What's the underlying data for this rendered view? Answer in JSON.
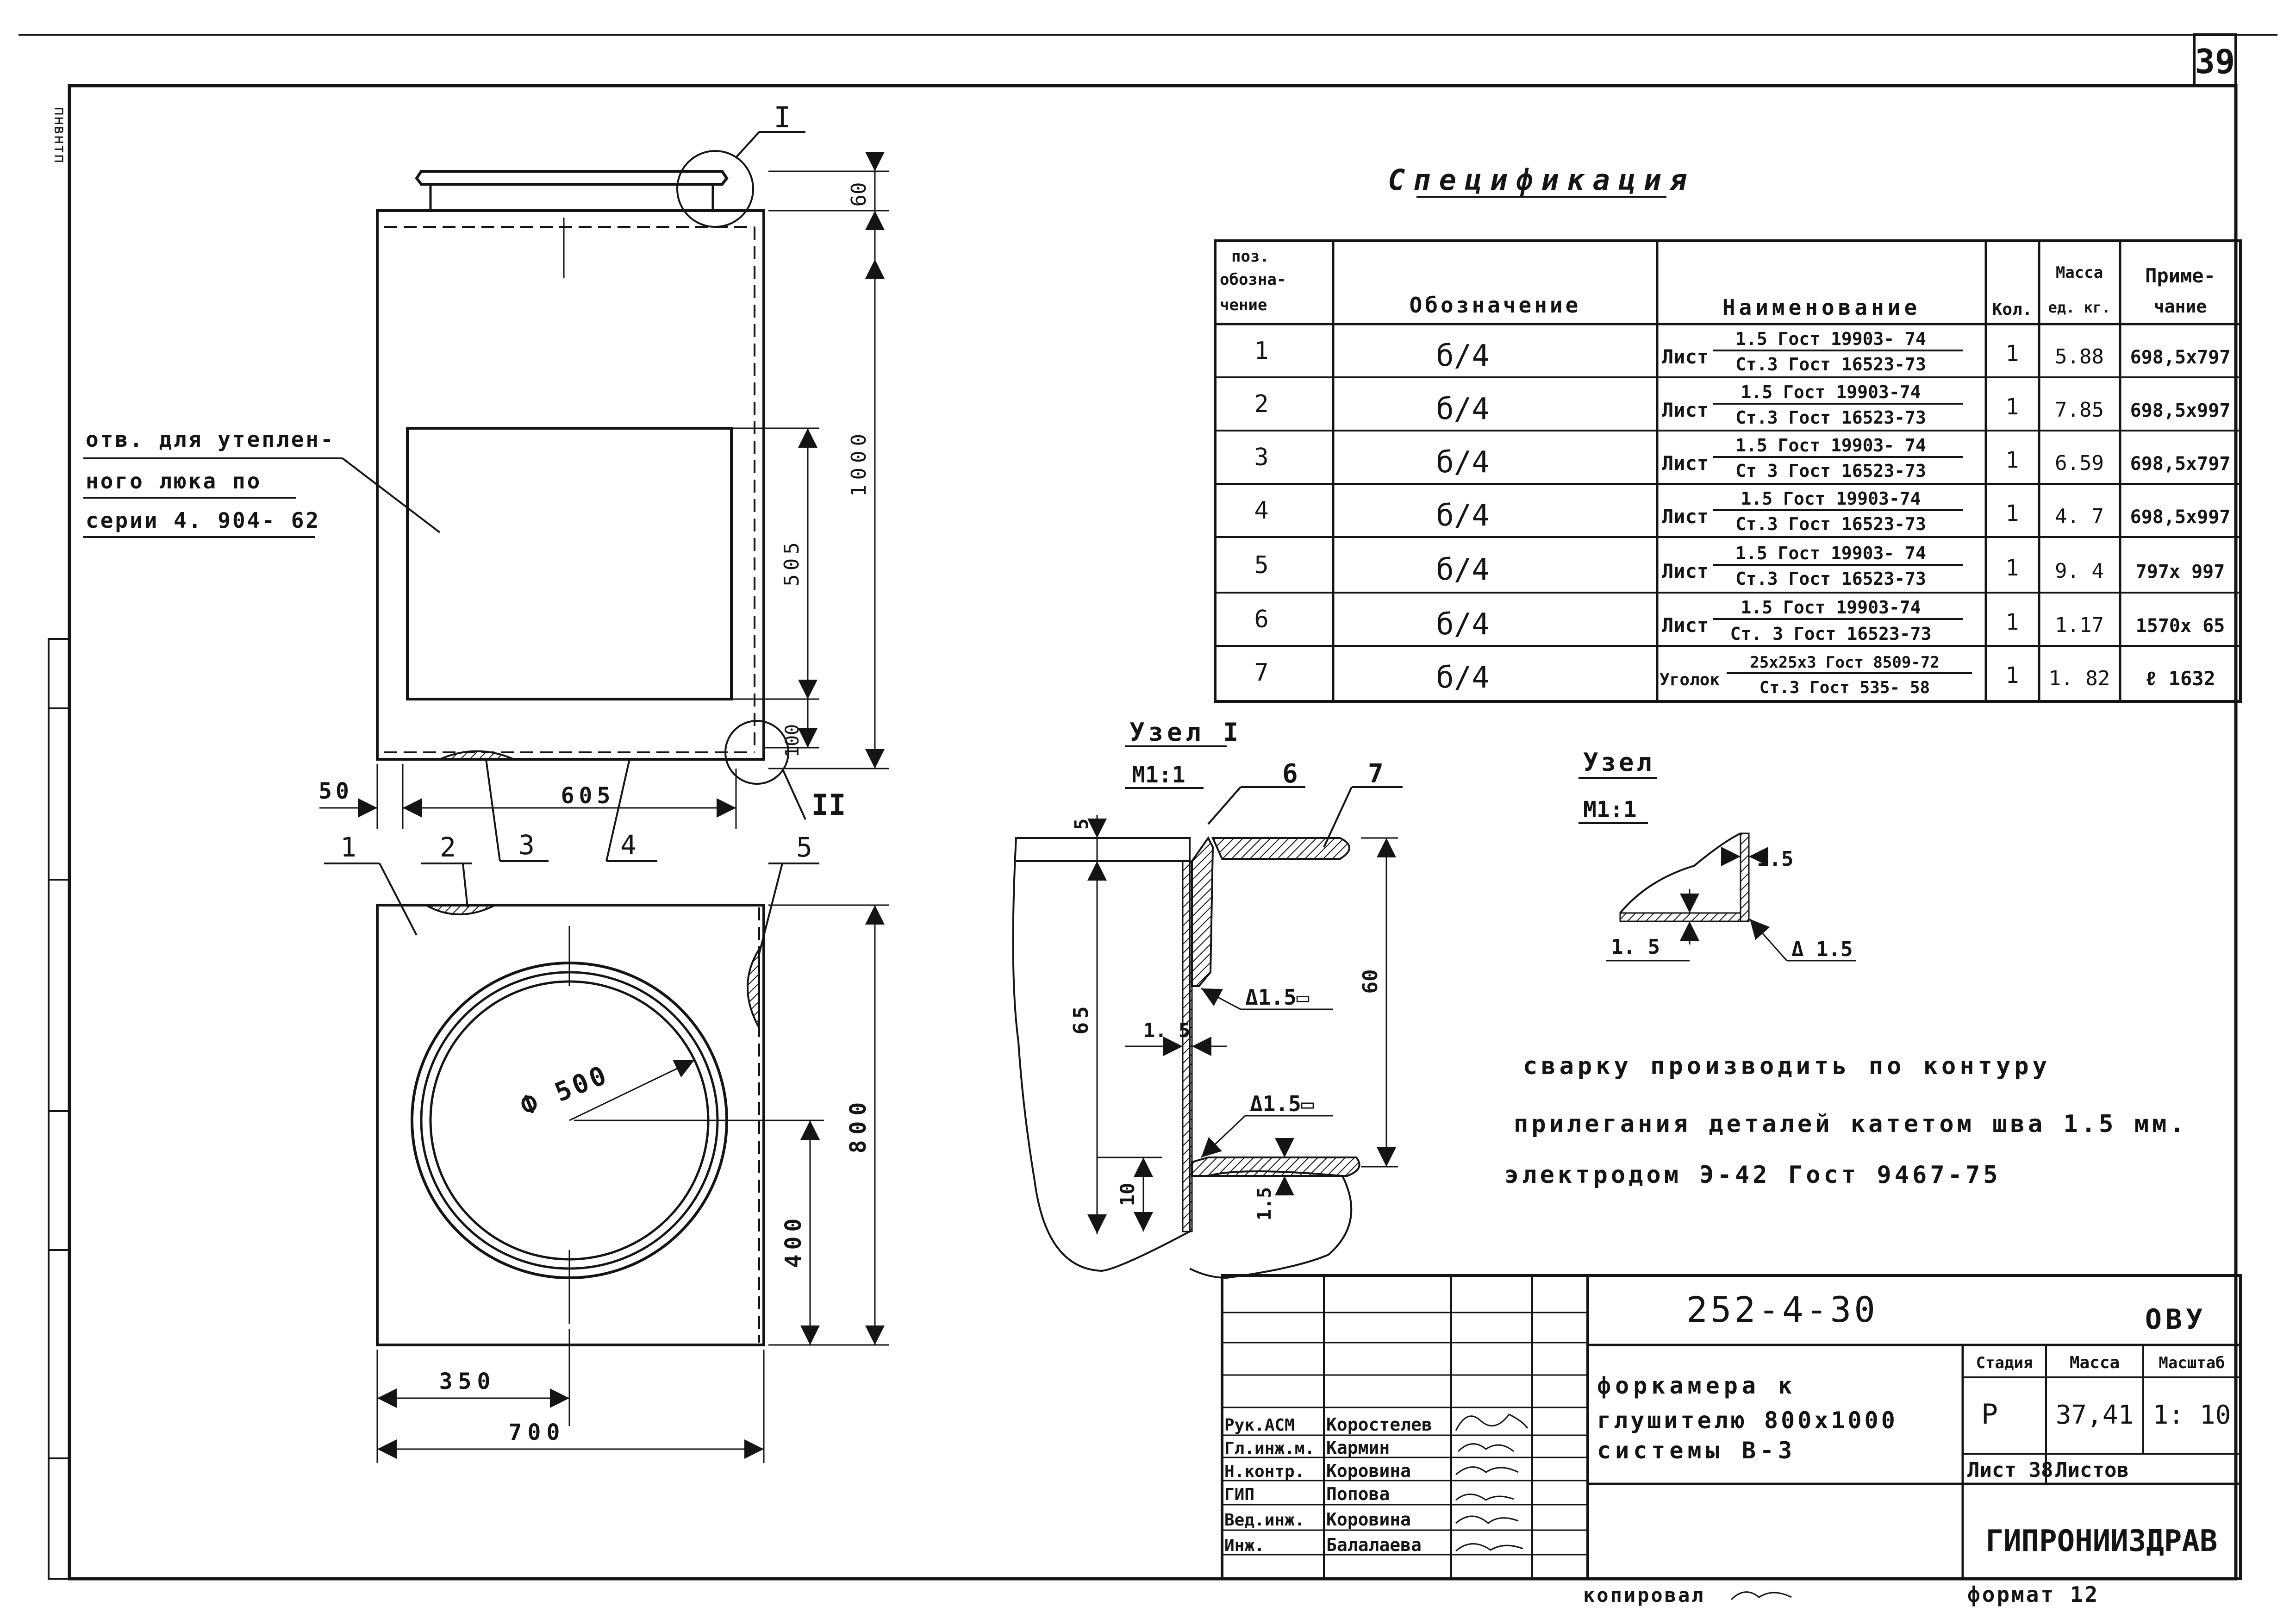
{
  "sheet": {
    "page_number": "39",
    "stamp_left_edge": "пнвнтп",
    "copied_by": "копировал",
    "format": "формат 12"
  },
  "drawing": {
    "callout_I": "I",
    "callout_II": "II",
    "opening_note": [
      "отв. для утеплен-",
      "ного люка по",
      "серии 4. 904- 62"
    ],
    "dims_top": {
      "d60": "60",
      "d1000": "1000",
      "d505": "505",
      "d100": "100",
      "d50": "50",
      "d605": "605"
    },
    "pos_labels_top": [
      "3",
      "4"
    ],
    "pos_labels_bottom": [
      "1",
      "2",
      "5"
    ],
    "dims_bottom": {
      "diameter": "Ф 500",
      "d800": "800",
      "d400": "400",
      "d350": "350",
      "d700": "700"
    }
  },
  "node1": {
    "title": "Узел I",
    "scale": "М1:1",
    "labels": {
      "p6": "6",
      "p7": "7"
    },
    "dims": {
      "d5": "5",
      "d65": "65",
      "d15a": "1. 5",
      "d60": "60",
      "d10": "10",
      "d15b": "1.5"
    },
    "welds": [
      "Δ1.5▭",
      "Δ1.5▭"
    ]
  },
  "node2": {
    "title": "Узел",
    "scale": "М1:1",
    "dims": {
      "t1": "1.5",
      "t2": "1. 5",
      "weld": "Δ 1.5"
    }
  },
  "weld_note": [
    "сварку производить по контуру",
    "прилегания деталей катетом шва 1.5 мм.",
    "электродом Э-42 Гост 9467-75"
  ],
  "spec": {
    "title": "Спецификация",
    "headers": {
      "pos": [
        "поз.",
        "обозна-",
        "чение"
      ],
      "designation": "Обозначение",
      "name": "Наименование",
      "qty": "Кол.",
      "mass": [
        "Масса",
        "ед. кг."
      ],
      "note": [
        "Приме-",
        "чание"
      ]
    },
    "rows": [
      {
        "pos": "1",
        "designation": "б/4",
        "name_prefix": "Лист",
        "name_top": "1.5 Гост 19903- 74",
        "name_bottom": "Ст.3 Гост 16523-73",
        "qty": "1",
        "mass": "5.88",
        "note": "698,5x797"
      },
      {
        "pos": "2",
        "designation": "б/4",
        "name_prefix": "Лист",
        "name_top": "1.5 Гост 19903-74",
        "name_bottom": "Ст.3 Гост 16523-73",
        "qty": "1",
        "mass": "7.85",
        "note": "698,5x997"
      },
      {
        "pos": "3",
        "designation": "б/4",
        "name_prefix": "Лист",
        "name_top": "1.5 Гост 19903- 74",
        "name_bottom": "Ст 3 Гост 16523-73",
        "qty": "1",
        "mass": "6.59",
        "note": "698,5x797"
      },
      {
        "pos": "4",
        "designation": "б/4",
        "name_prefix": "Лист",
        "name_top": "1.5 Гост 19903-74",
        "name_bottom": "Ст.3 Гост 16523-73",
        "qty": "1",
        "mass": "4. 7",
        "note": "698,5x997"
      },
      {
        "pos": "5",
        "designation": "б/4",
        "name_prefix": "Лист",
        "name_top": "1.5 Гост 19903- 74",
        "name_bottom": "Ст.3 Гост 16523-73",
        "qty": "1",
        "mass": "9. 4",
        "note": "797x 997"
      },
      {
        "pos": "6",
        "designation": "б/4",
        "name_prefix": "Лист",
        "name_top": "1.5 Гост 19903-74",
        "name_bottom": "Ст. 3 Гост 16523-73",
        "qty": "1",
        "mass": "1.17",
        "note": "1570x 65"
      },
      {
        "pos": "7",
        "designation": "б/4",
        "name_prefix": "Уголок",
        "name_top": "25x25x3 Гост 8509-72",
        "name_bottom": "Ст.3 Гост 535- 58",
        "qty": "1",
        "mass": "1. 82",
        "note": "ℓ 1632"
      }
    ]
  },
  "title_block": {
    "doc_code": "252-4-30",
    "section": "ОВУ",
    "title_lines": [
      "форкамера к",
      "глушителю 800x1000",
      "системы В-3"
    ],
    "stage_label": "Стадия",
    "mass_label": "Масса",
    "scale_label": "Масштаб",
    "stage": "Р",
    "mass": "37,41",
    "scale": "1: 10",
    "sheet_label": "Лист 38",
    "sheets_label": "Листов",
    "organization": "ГИПРОНИИЗДРАВ",
    "roles": [
      {
        "role": "Рук.АСМ",
        "name": "Коростелев"
      },
      {
        "role": "Гл.инж.м.",
        "name": "Кармин"
      },
      {
        "role": "Н.контр.",
        "name": "Коровина"
      },
      {
        "role": "ГИП",
        "name": "Попова"
      },
      {
        "role": "Вед.инж.",
        "name": "Коровина"
      },
      {
        "role": "Инж.",
        "name": "Балалаева"
      }
    ]
  }
}
